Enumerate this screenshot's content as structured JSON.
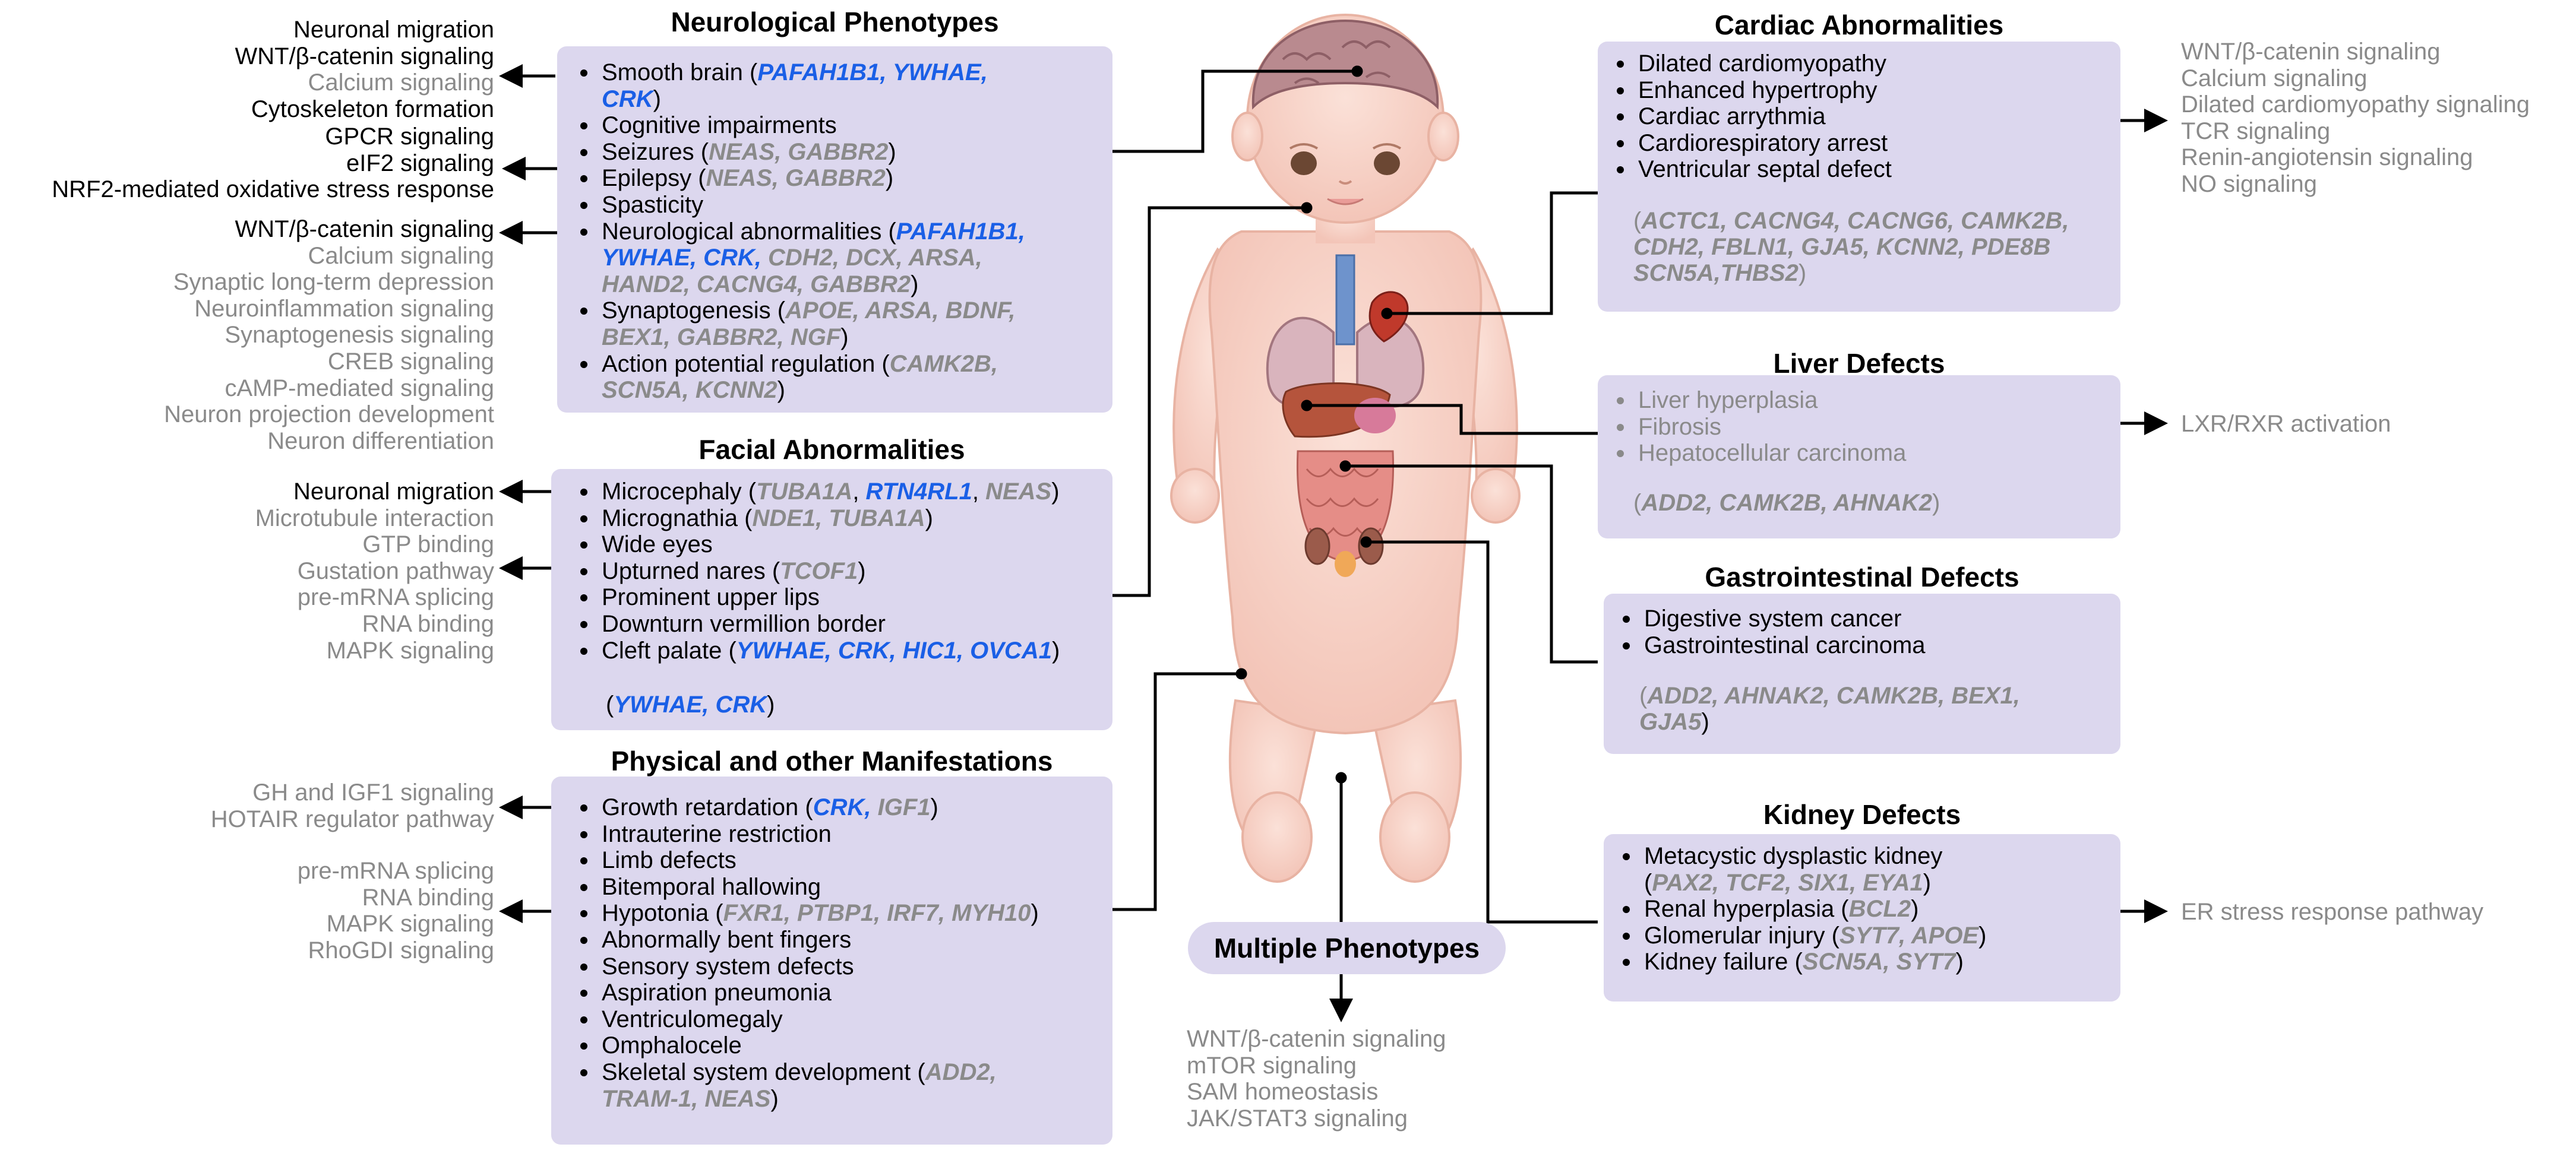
{
  "neuro": {
    "title": "Neurological Phenotypes",
    "items": [
      {
        "text": "Smooth brain (",
        "genes": [
          {
            "t": "PAFAH1B1, YWHAE,",
            "c": "blue"
          }
        ],
        "genes2": [
          {
            "t": "CRK",
            "c": "blue"
          }
        ],
        "tail": ")"
      },
      {
        "text": "Cognitive impairments"
      },
      {
        "text": "Seizures (",
        "genes": [
          {
            "t": "NEAS, GABBR2",
            "c": "grey"
          }
        ],
        "tail": ")"
      },
      {
        "text": "Epilepsy (",
        "genes": [
          {
            "t": "NEAS, GABBR2",
            "c": "grey"
          }
        ],
        "tail": ")"
      },
      {
        "text": "Spasticity"
      },
      {
        "text": "Neurological abnormalities (",
        "genes": [
          {
            "t": "PAFAH1B1,",
            "c": "blue"
          }
        ],
        "line2": [
          {
            "t": "YWHAE, CRK, ",
            "c": "blue"
          },
          {
            "t": "CDH2, DCX, ARSA,",
            "c": "grey"
          }
        ],
        "line3": [
          {
            "t": "HAND2, CACNG4, GABBR2",
            "c": "grey"
          }
        ],
        "tail": ")"
      },
      {
        "text": "Synaptogenesis (",
        "genes": [
          {
            "t": "APOE, ARSA, BDNF,",
            "c": "grey"
          }
        ],
        "line2": [
          {
            "t": "BEX1, GABBR2, NGF",
            "c": "grey"
          }
        ],
        "tail": ")"
      },
      {
        "text": "Action potential regulation (",
        "genes": [
          {
            "t": "CAMK2B,",
            "c": "grey"
          }
        ],
        "line2": [
          {
            "t": "SCN5A, KCNN2",
            "c": "grey"
          }
        ],
        "tail": ")"
      }
    ],
    "pathways_a": [
      {
        "t": "Neuronal migration",
        "c": "black"
      },
      {
        "t": "WNT/β-catenin signaling",
        "c": "black"
      },
      {
        "t": "Calcium signaling",
        "c": "grey"
      },
      {
        "t": "Cytoskeleton formation",
        "c": "black"
      }
    ],
    "pathways_b": [
      {
        "t": "GPCR signaling",
        "c": "black"
      },
      {
        "t": "eIF2 signaling",
        "c": "black"
      },
      {
        "t": "NRF2-mediated oxidative stress response",
        "c": "black"
      }
    ],
    "pathways_c": [
      {
        "t": "WNT/β-catenin signaling",
        "c": "black"
      },
      {
        "t": "Calcium signaling",
        "c": "grey"
      },
      {
        "t": "Synaptic long-term depression",
        "c": "grey"
      },
      {
        "t": "Neuroinflammation signaling",
        "c": "grey"
      },
      {
        "t": "Synaptogenesis signaling",
        "c": "grey"
      },
      {
        "t": "CREB signaling",
        "c": "grey"
      },
      {
        "t": "cAMP-mediated signaling",
        "c": "grey"
      },
      {
        "t": "Neuron projection development",
        "c": "grey"
      },
      {
        "t": "Neuron differentiation",
        "c": "grey"
      }
    ]
  },
  "facial": {
    "title": "Facial Abnormalities",
    "items": [
      {
        "text": "Microcephaly (",
        "genes": [
          {
            "t": "TUBA1A",
            "c": "grey"
          },
          {
            "t": ", ",
            "c": "plain"
          },
          {
            "t": "RTN4RL1",
            "c": "blue"
          },
          {
            "t": ", ",
            "c": "plain"
          },
          {
            "t": "NEAS",
            "c": "grey"
          }
        ],
        "tail": ")"
      },
      {
        "text": "Micrognathia (",
        "genes": [
          {
            "t": "NDE1, TUBA1A",
            "c": "grey"
          }
        ],
        "tail": ")"
      },
      {
        "text": "Wide eyes"
      },
      {
        "text": "Upturned nares (",
        "genes": [
          {
            "t": "TCOF1",
            "c": "grey"
          }
        ],
        "tail": ")"
      },
      {
        "text": "Prominent upper lips"
      },
      {
        "text": "Downturn vermillion border"
      },
      {
        "text": "Cleft palate (",
        "genes": [
          {
            "t": "YWHAE, CRK, HIC1, OVCA1",
            "c": "blue"
          }
        ],
        "tail": ")"
      }
    ],
    "extra_genes": "YWHAE, CRK",
    "pathways": [
      {
        "t": "Neuronal migration",
        "c": "black"
      },
      {
        "t": "Microtubule interaction",
        "c": "grey"
      },
      {
        "t": "GTP binding",
        "c": "grey"
      },
      {
        "t": "Gustation pathway",
        "c": "grey"
      },
      {
        "t": "pre-mRNA splicing",
        "c": "grey"
      },
      {
        "t": "RNA binding",
        "c": "grey"
      },
      {
        "t": "MAPK signaling",
        "c": "grey"
      }
    ]
  },
  "physical": {
    "title": "Physical and other Manifestations",
    "items": [
      {
        "text": "Growth retardation (",
        "genes": [
          {
            "t": "CRK, ",
            "c": "blue"
          },
          {
            "t": "IGF1",
            "c": "grey"
          }
        ],
        "tail": ")"
      },
      {
        "text": "Intrauterine restriction"
      },
      {
        "text": "Limb defects"
      },
      {
        "text": "Bitemporal hallowing"
      },
      {
        "text": "Hypotonia (",
        "genes": [
          {
            "t": "FXR1, PTBP1, IRF7, MYH10",
            "c": "grey"
          }
        ],
        "tail": ")"
      },
      {
        "text": "Abnormally bent fingers"
      },
      {
        "text": "Sensory system defects"
      },
      {
        "text": "Aspiration pneumonia"
      },
      {
        "text": "Ventriculomegaly"
      },
      {
        "text": "Omphalocele"
      },
      {
        "text": "Skeletal system development (",
        "genes": [
          {
            "t": "ADD2,",
            "c": "grey"
          }
        ],
        "line2": [
          {
            "t": "TRAM-1, NEAS",
            "c": "grey"
          }
        ],
        "tail": ")"
      }
    ],
    "pathways_a": [
      {
        "t": "GH and IGF1 signaling",
        "c": "grey"
      },
      {
        "t": "HOTAIR regulator pathway",
        "c": "grey"
      }
    ],
    "pathways_b": [
      {
        "t": "pre-mRNA splicing",
        "c": "grey"
      },
      {
        "t": "RNA binding",
        "c": "grey"
      },
      {
        "t": "MAPK signaling",
        "c": "grey"
      },
      {
        "t": "RhoGDI signaling",
        "c": "grey"
      }
    ]
  },
  "cardiac": {
    "title": "Cardiac Abnormalities",
    "items": [
      "Dilated cardiomyopathy",
      "Enhanced hypertrophy",
      "Cardiac arrythmia",
      "Cardiorespiratory arrest",
      "Ventricular septal defect"
    ],
    "genes_lines": [
      "ACTC1, CACNG4, CACNG6, CAMK2B,",
      "CDH2,  FBLN1, GJA5, KCNN2, PDE8B",
      "SCN5A,THBS2"
    ],
    "pathways": [
      "WNT/β-catenin signaling",
      "Calcium signaling",
      "Dilated cardiomyopathy signaling",
      "TCR signaling",
      "Renin-angiotensin signaling",
      "NO signaling"
    ]
  },
  "liver": {
    "title": "Liver Defects",
    "items": [
      "Liver hyperplasia",
      "Fibrosis",
      "Hepatocellular carcinoma"
    ],
    "genes": "ADD2, CAMK2B, AHNAK2",
    "pathway": "LXR/RXR activation"
  },
  "gi": {
    "title": "Gastrointestinal Defects",
    "items": [
      "Digestive system cancer",
      "Gastrointestinal carcinoma"
    ],
    "genes_lines": [
      "ADD2, AHNAK2, CAMK2B, BEX1,",
      "GJA5"
    ]
  },
  "kidney": {
    "title": "Kidney Defects",
    "items": [
      {
        "text": "Metacystic dysplastic kidney",
        "line2": "PAX2, TCF2, SIX1, EYA1"
      },
      {
        "text": "Renal hyperplasia (",
        "genes": "BCL2"
      },
      {
        "text": "Glomerular injury (",
        "genes": "SYT7, APOE"
      },
      {
        "text": "Kidney failure (",
        "genes": "SCN5A, SYT7"
      }
    ],
    "pathway": "ER stress response pathway"
  },
  "multiple": {
    "title": "Multiple Phenotypes",
    "pathways": [
      "WNT/β-catenin signaling",
      "mTOR signaling",
      "SAM homeostasis",
      "JAK/STAT3 signaling"
    ]
  },
  "colors": {
    "panel": "#dcd7ee",
    "blue_gene": "#1a5fe6",
    "grey_text": "#8a8a8a"
  }
}
